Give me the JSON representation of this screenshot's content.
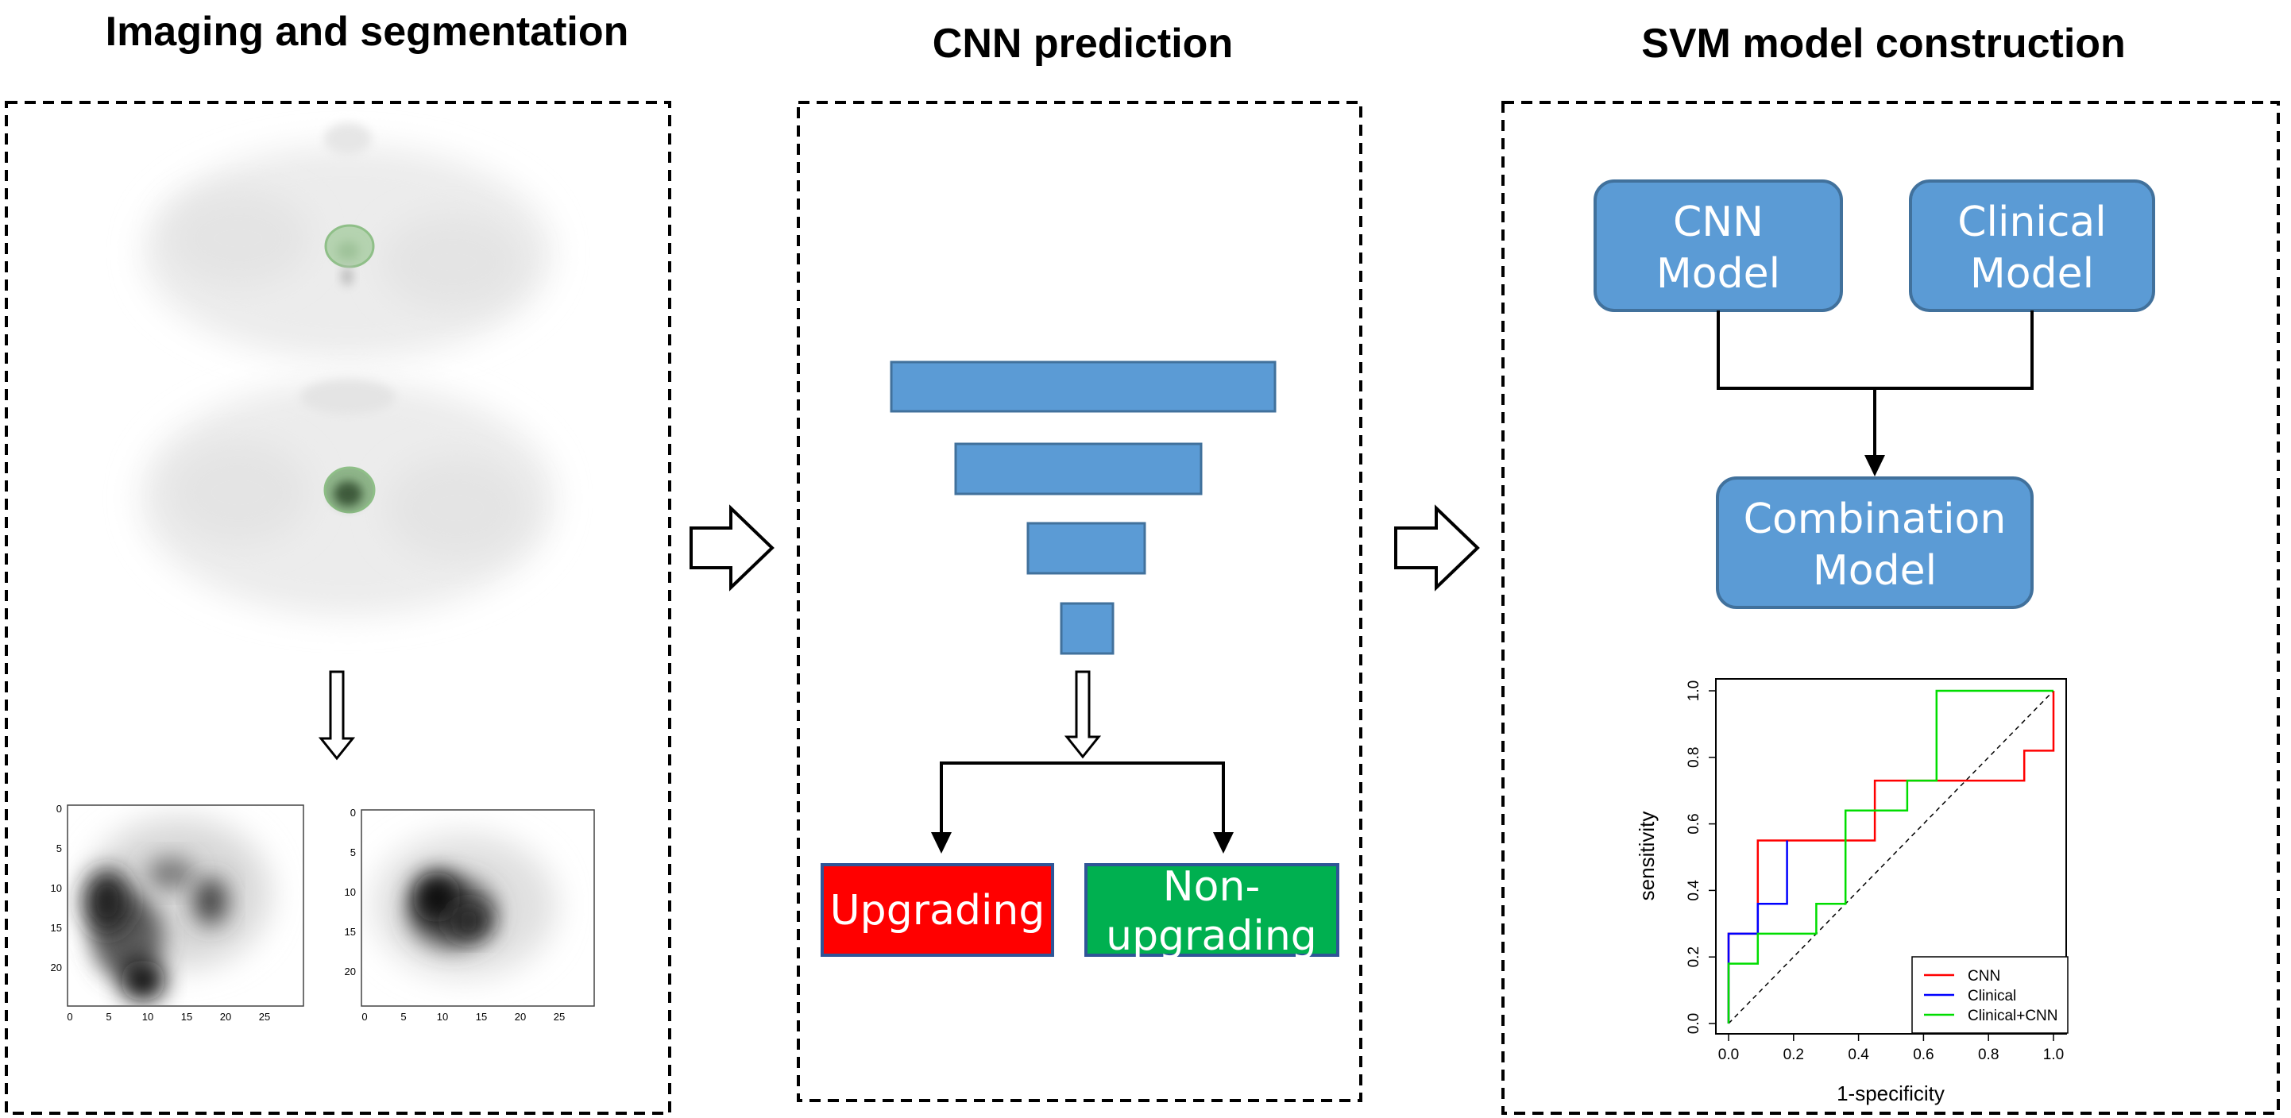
{
  "panels": [
    {
      "title": "Imaging and segmentation"
    },
    {
      "title": "CNN prediction"
    },
    {
      "title": "SVM model construction"
    }
  ],
  "colors": {
    "layer_fill": "#5b9bd5",
    "layer_stroke": "#41719c",
    "upgrading": "#ff0000",
    "non_upgrading": "#00b050",
    "box_border": "#2f5597"
  },
  "cnn": {
    "outcomes": {
      "upgrading": "Upgrading",
      "non_upgrading_line1": "Non-",
      "non_upgrading_line2": "upgrading"
    }
  },
  "svm": {
    "cnn_model": [
      "CNN",
      "Model"
    ],
    "clinical_model": [
      "Clinical",
      "Model"
    ],
    "combination_model": [
      "Combination",
      "Model"
    ]
  },
  "heatmap_ticks": {
    "x": [
      "0",
      "5",
      "10",
      "15",
      "20",
      "25"
    ],
    "y": [
      "0",
      "5",
      "10",
      "15",
      "20"
    ]
  },
  "chart_data": {
    "type": "line",
    "xlabel": "1-specificity",
    "ylabel": "sensitivity",
    "xlim": [
      0,
      1
    ],
    "ylim": [
      0,
      1
    ],
    "x_ticks": [
      "0.0",
      "0.2",
      "0.4",
      "0.6",
      "0.8",
      "1.0"
    ],
    "y_ticks": [
      "0.0",
      "0.2",
      "0.4",
      "0.6",
      "0.8",
      "1.0"
    ],
    "diagonal": true,
    "legend_position": "bottom-right",
    "series": [
      {
        "name": "CNN",
        "color": "#ff0000",
        "x": [
          0.0,
          0.0,
          0.09,
          0.09,
          0.45,
          0.45,
          0.91,
          0.91,
          1.0,
          1.0
        ],
        "y": [
          0.0,
          0.27,
          0.27,
          0.55,
          0.55,
          0.73,
          0.73,
          0.82,
          0.82,
          1.0
        ]
      },
      {
        "name": "Clinical",
        "color": "#0000ff",
        "x": [
          0.0,
          0.0,
          0.09,
          0.09,
          0.18,
          0.18
        ],
        "y": [
          0.0,
          0.27,
          0.27,
          0.36,
          0.36,
          0.55
        ]
      },
      {
        "name": "Clinical+CNN",
        "color": "#00dd00",
        "x": [
          0.0,
          0.0,
          0.09,
          0.09,
          0.27,
          0.27,
          0.36,
          0.36,
          0.45,
          0.45,
          0.55,
          0.55,
          0.64,
          0.64,
          1.0
        ],
        "y": [
          0.0,
          0.18,
          0.18,
          0.27,
          0.27,
          0.36,
          0.36,
          0.64,
          0.64,
          0.64,
          0.64,
          0.73,
          0.73,
          1.0,
          1.0
        ]
      }
    ]
  }
}
